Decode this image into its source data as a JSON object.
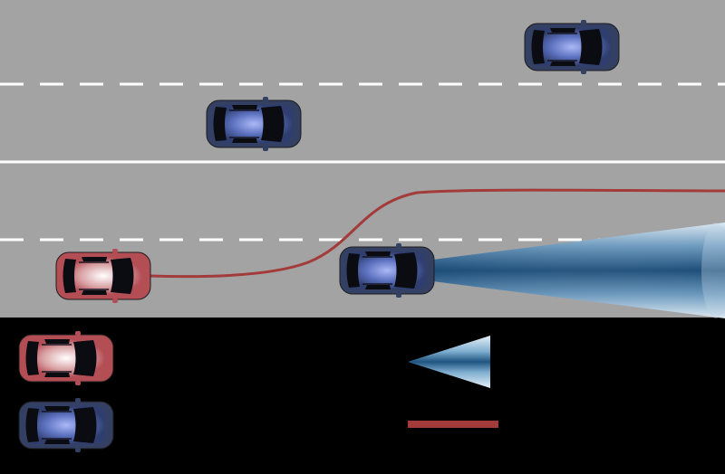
{
  "colors": {
    "background": "#000000",
    "road": "#a3a3a3",
    "lane_marking": "#ffffff",
    "ego_vehicle": "#b44e55",
    "other_vehicle": "#334063",
    "trajectory": "#a33b3b",
    "sensor_cone": "#2c5f8a"
  },
  "road": {
    "lanes": 4,
    "markings": [
      "dashed",
      "solid",
      "dashed"
    ]
  },
  "vehicles": [
    {
      "id": "ego",
      "type": "ego"
    },
    {
      "id": "ahead-same-lane",
      "type": "other"
    },
    {
      "id": "adjacent-lane",
      "type": "other"
    },
    {
      "id": "far-lane",
      "type": "other"
    }
  ],
  "legend": {
    "items": [
      {
        "symbol": "ego-vehicle",
        "label": ""
      },
      {
        "symbol": "other-vehicle",
        "label": ""
      },
      {
        "symbol": "sensor-cone",
        "label": ""
      },
      {
        "symbol": "trajectory-line",
        "label": ""
      }
    ]
  }
}
